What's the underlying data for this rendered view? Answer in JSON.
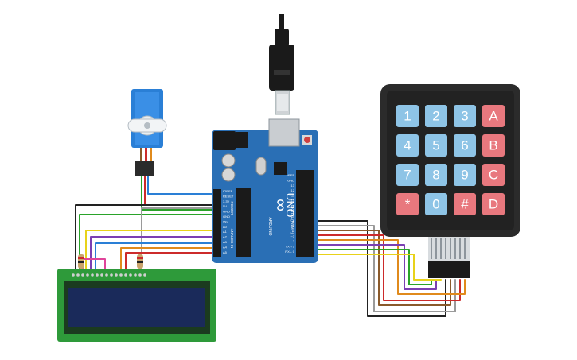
{
  "colors": {
    "board": "#2a6fb5",
    "board_dark": "#1d5590",
    "keypad_body": "#2b2b2b",
    "key_num": "#8ec4e6",
    "key_letter": "#e8787e",
    "lcd_pcb": "#2e9a3a",
    "lcd_screen": "#1a2a5a",
    "wire_red": "#cc2b2b",
    "wire_orange": "#e08a1c",
    "wire_yellow": "#e8d21a",
    "wire_green": "#2aa32a",
    "wire_blue": "#2a7fd6",
    "wire_purple": "#7b3fb3",
    "wire_brown": "#8a5a2b",
    "wire_gray": "#9a9a9a",
    "wire_black": "#222222",
    "wire_pink": "#e0449a"
  },
  "arduino": {
    "logo": "∞",
    "model": "UNO",
    "brand": "ARDUINO",
    "digital_label": "DIGITAL (PWM ~)",
    "analog_label": "ANALOG IN",
    "power_label": "POWER",
    "pin_labels": [
      "AREF",
      "GND",
      "13",
      "12",
      "~11",
      "~10",
      "~9",
      "8"
    ],
    "pin_labels_low": [
      "7",
      "~6",
      "~5",
      "4",
      "~3",
      "2",
      "TX→1",
      "RX←0"
    ],
    "power_pins": [
      "IOREF",
      "RESET",
      "3.3V",
      "5V",
      "GND",
      "GND",
      "Vin"
    ],
    "analog_pins": [
      "A0",
      "A1",
      "A2",
      "A3",
      "A4",
      "A5"
    ]
  },
  "keypad": {
    "keys": [
      {
        "label": "1",
        "kind": "num"
      },
      {
        "label": "2",
        "kind": "num"
      },
      {
        "label": "3",
        "kind": "num"
      },
      {
        "label": "A",
        "kind": "letter"
      },
      {
        "label": "4",
        "kind": "num"
      },
      {
        "label": "5",
        "kind": "num"
      },
      {
        "label": "6",
        "kind": "num"
      },
      {
        "label": "B",
        "kind": "letter"
      },
      {
        "label": "7",
        "kind": "num"
      },
      {
        "label": "8",
        "kind": "num"
      },
      {
        "label": "9",
        "kind": "num"
      },
      {
        "label": "C",
        "kind": "letter"
      },
      {
        "label": "*",
        "kind": "letter"
      },
      {
        "label": "0",
        "kind": "num"
      },
      {
        "label": "#",
        "kind": "letter"
      },
      {
        "label": "D",
        "kind": "letter"
      }
    ]
  },
  "icons": {
    "usb": "usb-cable-icon",
    "servo": "servo-motor-icon",
    "lcd": "lcd-16x2-icon",
    "keypad": "keypad-4x4-icon",
    "resistor": "resistor-icon"
  }
}
